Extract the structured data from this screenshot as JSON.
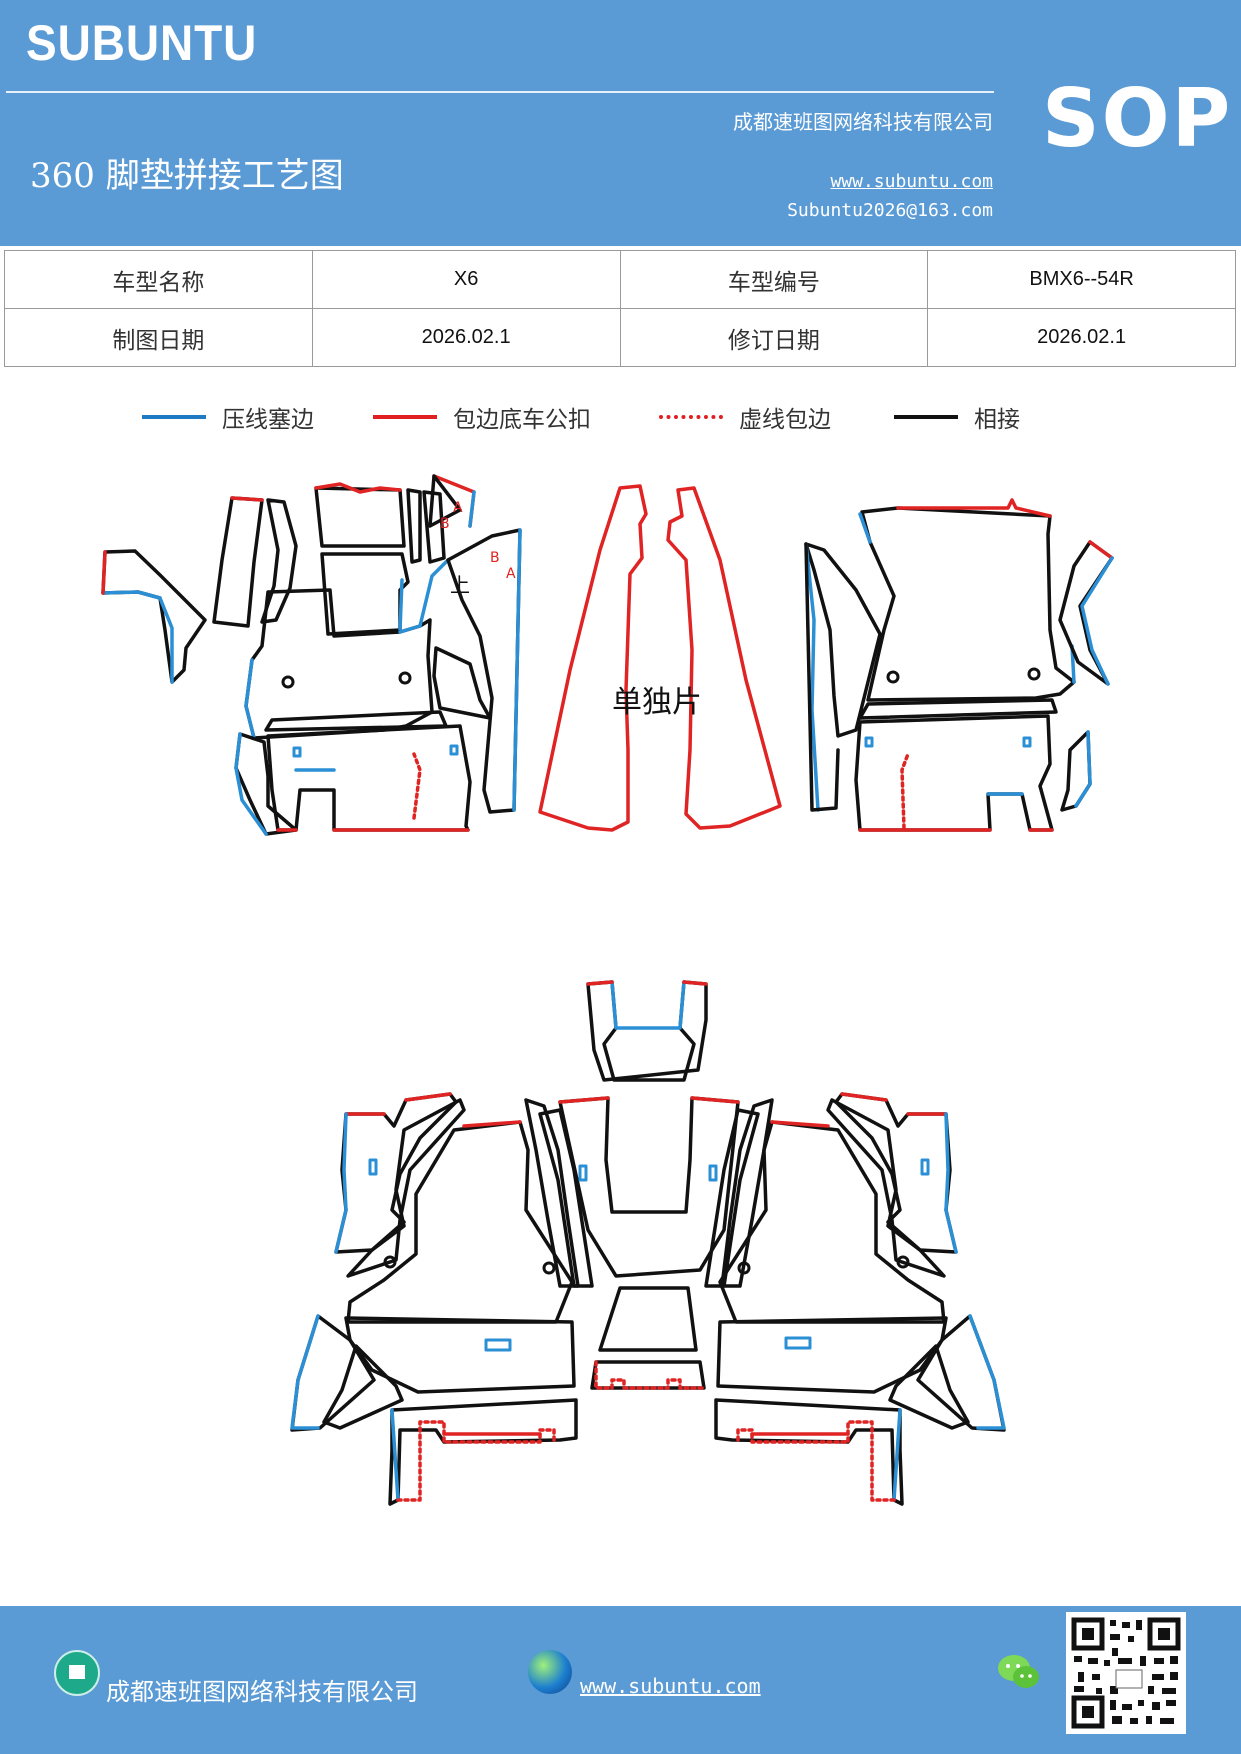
{
  "header": {
    "logo": "SUBUNTU",
    "company": "成都速班图网络科技有限公司",
    "title": "360 脚垫拼接工艺图",
    "website": "www.subuntu.com",
    "email": "Subuntu2026@163.com",
    "badge": "SOP"
  },
  "info": {
    "rows": [
      {
        "label1": "车型名称",
        "value1": "X6",
        "label2": "车型编号",
        "value2": "BMX6--54R"
      },
      {
        "label1": "制图日期",
        "value1": "2026.02.1",
        "label2": "修订日期",
        "value2": "2026.02.1"
      }
    ]
  },
  "legend": [
    {
      "label": "压线塞边",
      "color": "#1f7ac4",
      "style": "solid"
    },
    {
      "label": "包边底车公扣",
      "color": "#e02020",
      "style": "solid"
    },
    {
      "label": "虚线包边",
      "color": "#e02020",
      "style": "dotted"
    },
    {
      "label": "相接",
      "color": "#111111",
      "style": "solid"
    }
  ],
  "diagram": {
    "marks": {
      "top": "上",
      "a1": "A",
      "b1": "B",
      "a2": "A",
      "b2": "B"
    },
    "center_label": "单独片",
    "colors": {
      "blue": "#2b8fd6",
      "red": "#e02323",
      "black": "#111111"
    }
  },
  "footer": {
    "company": "成都速班图网络科技有限公司",
    "website": "www.subuntu.com",
    "icons": [
      "company-icon",
      "globe-icon",
      "wechat-icon",
      "qr-code"
    ]
  }
}
